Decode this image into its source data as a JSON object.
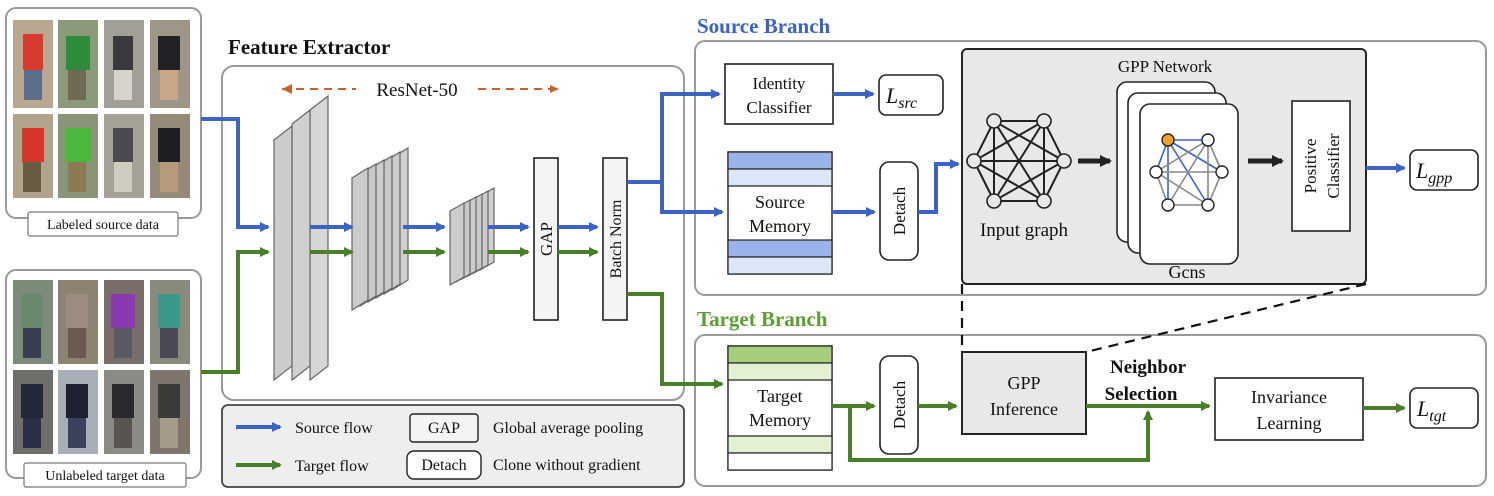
{
  "sections": {
    "feature_extractor": "Feature Extractor",
    "source_branch": "Source Branch",
    "target_branch": "Target Branch"
  },
  "captions": {
    "labeled_source": "Labeled source data",
    "unlabeled_target": "Unlabeled target data"
  },
  "backbone": "ResNet-50",
  "blocks": {
    "gap": "GAP",
    "batch_norm": "Batch Norm",
    "identity_classifier": [
      "Identity",
      "Classifier"
    ],
    "source_memory": [
      "Source",
      "Memory"
    ],
    "detach": "Detach",
    "target_memory": [
      "Target",
      "Memory"
    ],
    "gpp_inference": [
      "GPP",
      "Inference"
    ],
    "neighbor_selection": [
      "Neighbor",
      "Selection"
    ],
    "invariance_learning": [
      "Invariance",
      "Learning"
    ],
    "positive_classifier": [
      "Positive",
      "Classifier"
    ]
  },
  "gpp": {
    "title": "GPP Network",
    "input_graph": "Input graph",
    "gcns": "Gcns"
  },
  "losses": {
    "src": {
      "symbol": "L",
      "sub": "src"
    },
    "gpp": {
      "symbol": "L",
      "sub": "gpp"
    },
    "tgt": {
      "symbol": "L",
      "sub": "tgt"
    }
  },
  "legend": {
    "source_flow": "Source flow",
    "target_flow": "Target flow",
    "gap_key": "GAP",
    "gap_desc": "Global average pooling",
    "detach_key": "Detach",
    "detach_desc": "Clone without gradient"
  },
  "colors": {
    "source": "#3a63c4",
    "target": "#4a7f2a",
    "heading_source": "#3a63c4",
    "heading_target": "#5c9e34",
    "resnet_arrow": "#c8622a",
    "mem_source_dark": "#9bb3e8",
    "mem_source_light": "#dbe6f8",
    "mem_target_dark": "#a6cd7c",
    "mem_target_light": "#e3f0d2",
    "highlight_node": "#f0a52a"
  }
}
